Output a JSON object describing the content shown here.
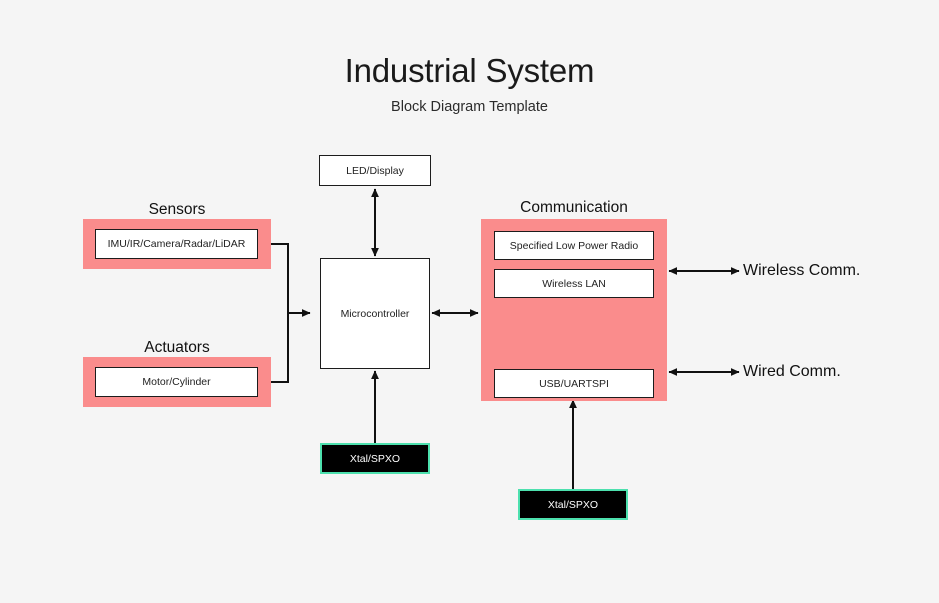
{
  "header": {
    "title": "Industrial System",
    "subtitle": "Block Diagram Template"
  },
  "groups": {
    "sensors": {
      "label": "Sensors",
      "accent": "#fa8c8c",
      "items": [
        {
          "label": "IMU/IR/Camera/Radar/LiDAR"
        }
      ]
    },
    "actuators": {
      "label": "Actuators",
      "accent": "#fa8c8c",
      "items": [
        {
          "label": "Motor/Cylinder"
        }
      ]
    },
    "communication": {
      "label": "Communication",
      "accent": "#fa8c8c",
      "items": [
        {
          "label": "Specified Low Power Radio"
        },
        {
          "label": "Wireless LAN"
        },
        {
          "label": "USB/UARTSPI"
        }
      ]
    }
  },
  "blocks": {
    "display": {
      "label": "LED/Display"
    },
    "mcu": {
      "label": "Microcontroller"
    },
    "oscillator_mcu": {
      "label": "Xtal/SPXO",
      "fill": "#000000",
      "border": "#4de0ae"
    },
    "oscillator_comm": {
      "label": "Xtal/SPXO",
      "fill": "#000000",
      "border": "#4de0ae"
    }
  },
  "external": {
    "wireless": {
      "label": "Wireless Comm."
    },
    "wired": {
      "label": "Wired Comm."
    }
  },
  "theme": {
    "background": "#f5f5f5",
    "line": "#1c1c1c",
    "box_fill": "#ffffff",
    "accent_pink": "#fa8c8c",
    "accent_teal": "#4de0ae"
  }
}
